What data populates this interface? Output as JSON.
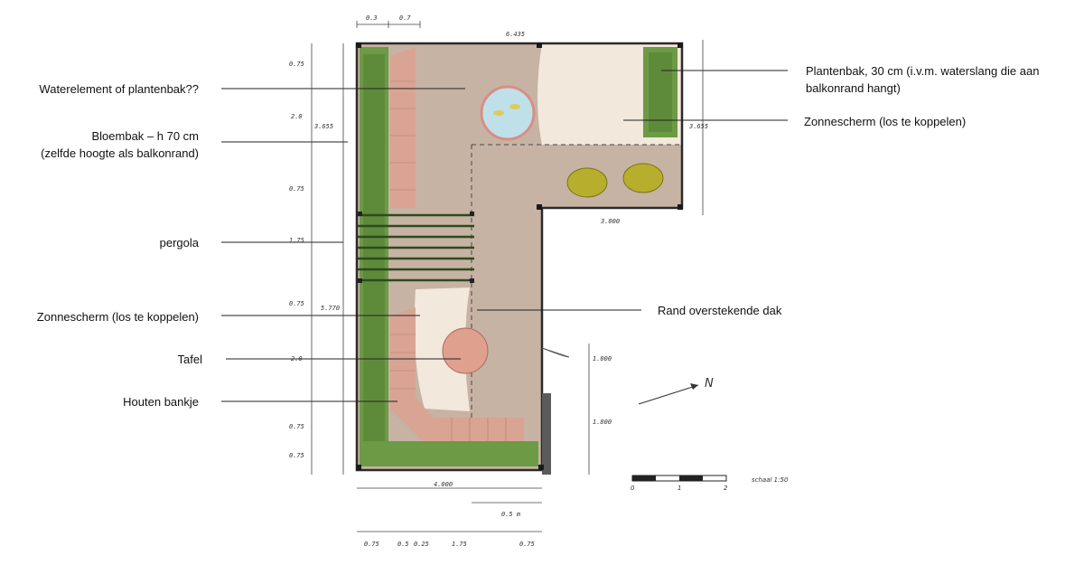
{
  "labels": {
    "waterelement": "Waterelement of  plantenbak??",
    "bloembak_line1": "Bloembak –  h 70 cm",
    "bloembak_line2": "(zelfde hoogte als balkonrand)",
    "pergola": "pergola",
    "zonnescherm_left": "Zonnescherm (los te koppelen)",
    "tafel": "Tafel",
    "bankje": "Houten bankje",
    "plantenbak_line1": "Plantenbak, 30 cm (i.v.m. waterslang die aan",
    "plantenbak_line2": "balkonrand hangt)",
    "zonnescherm_right": "Zonnescherm (los te koppelen)",
    "rand_dak": "Rand overstekende dak"
  },
  "dimensions": {
    "top_small_1": "0.3",
    "top_small_2": "0.7",
    "top_width": "6.435",
    "left_1": "0.75",
    "left_2": "2.0",
    "left_3": "0.75",
    "left_4": "1.75",
    "left_5": "0.75",
    "left_6": "2.0",
    "left_7": "0.75",
    "left_8": "0.75",
    "left_outer_1": "3.655",
    "left_outer_2": "5.770",
    "right_height": "3.655",
    "mid_width": "3.000",
    "right_lower_1": "1.000",
    "right_lower_2": "1.800",
    "bottom_width": "4.000",
    "bottom_small": "0.5 m",
    "bottom_1": "0.75",
    "bottom_2": "0.5",
    "bottom_3": "0.25",
    "bottom_4": "1.75",
    "bottom_5": "0.75"
  },
  "north": "N",
  "scale": {
    "ticks": [
      "0",
      "1",
      "2"
    ],
    "label": "schaal 1:50"
  },
  "colors": {
    "paving": "#c7b3a3",
    "sunscreen": "#f2e8dc",
    "brick": "#d9a494",
    "green": "#5c8a3a",
    "pot": "#b7ae2e",
    "water": "#bfe0e8",
    "table": "#dfa08e"
  }
}
